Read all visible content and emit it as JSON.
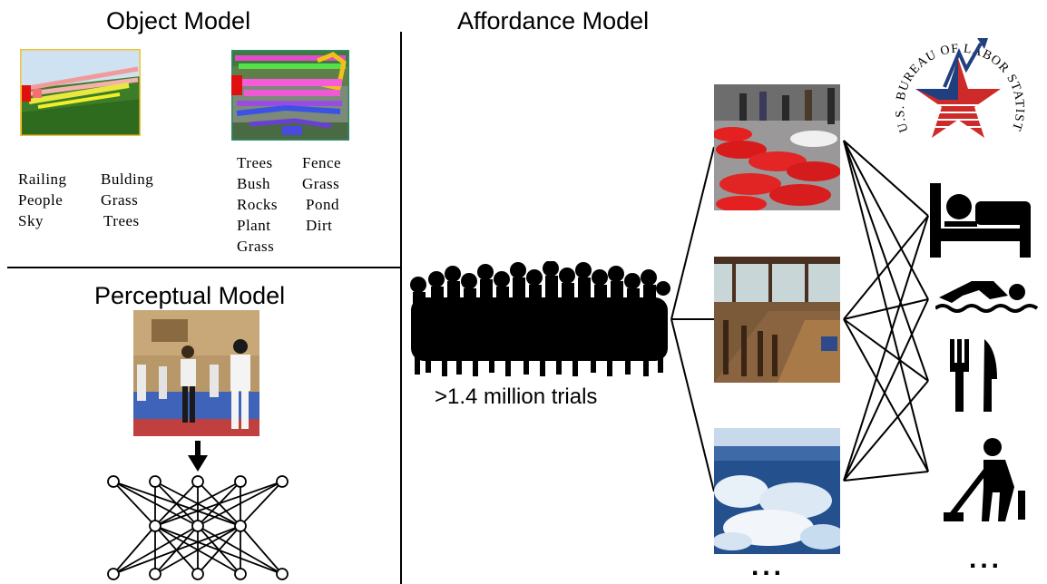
{
  "object_model": {
    "title": "Object Model",
    "image1_labels": [
      [
        "Railing",
        "Bulding"
      ],
      [
        "People",
        "Grass"
      ],
      [
        "Sky",
        "Trees"
      ]
    ],
    "image2_labels": [
      [
        "Trees",
        "Fence"
      ],
      [
        "Bush",
        "Grass"
      ],
      [
        "Rocks",
        "Pond"
      ],
      [
        "Plant",
        "Dirt"
      ],
      [
        "Grass",
        ""
      ]
    ]
  },
  "perceptual_model": {
    "title": "Perceptual Model"
  },
  "affordance_model": {
    "title": "Affordance Model",
    "crowd_caption": ">1.4 million trials",
    "images_ellipsis": "...",
    "actions_ellipsis": "...",
    "action_icons": [
      "bed-icon",
      "swimming-icon",
      "fork-knife-icon",
      "vacuum-cleaning-icon"
    ],
    "scene_images": [
      "car-show-photo",
      "restaurant-bar-photo",
      "ocean-waves-photo"
    ]
  },
  "logo": {
    "text": "U.S. BUREAU OF LABOR STATISTICS"
  }
}
